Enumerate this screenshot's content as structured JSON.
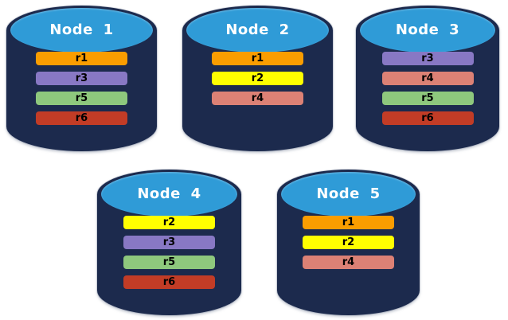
{
  "diagram": {
    "type": "database-replication-diagram",
    "background": "#ffffff"
  },
  "colors": {
    "cylinder_body": "#1C2A4D",
    "cylinder_top": "#2F9BD7",
    "node_label_text": "#ffffff",
    "bar_label_text": "#000000",
    "replicas": {
      "r1": "#FA9D00",
      "r2": "#FFFF00",
      "r3": "#8878C4",
      "r4": "#DC8175",
      "r5": "#8EC87D",
      "r6": "#C23C26"
    }
  },
  "nodes": [
    {
      "label": "Node 1",
      "replicas": [
        "r1",
        "r3",
        "r5",
        "r6"
      ]
    },
    {
      "label": "Node 2",
      "replicas": [
        "r1",
        "r2",
        "r4"
      ]
    },
    {
      "label": "Node 3",
      "replicas": [
        "r3",
        "r4",
        "r5",
        "r6"
      ]
    },
    {
      "label": "Node 4",
      "replicas": [
        "r2",
        "r3",
        "r5",
        "r6"
      ]
    },
    {
      "label": "Node 5",
      "replicas": [
        "r1",
        "r2",
        "r4"
      ]
    }
  ]
}
